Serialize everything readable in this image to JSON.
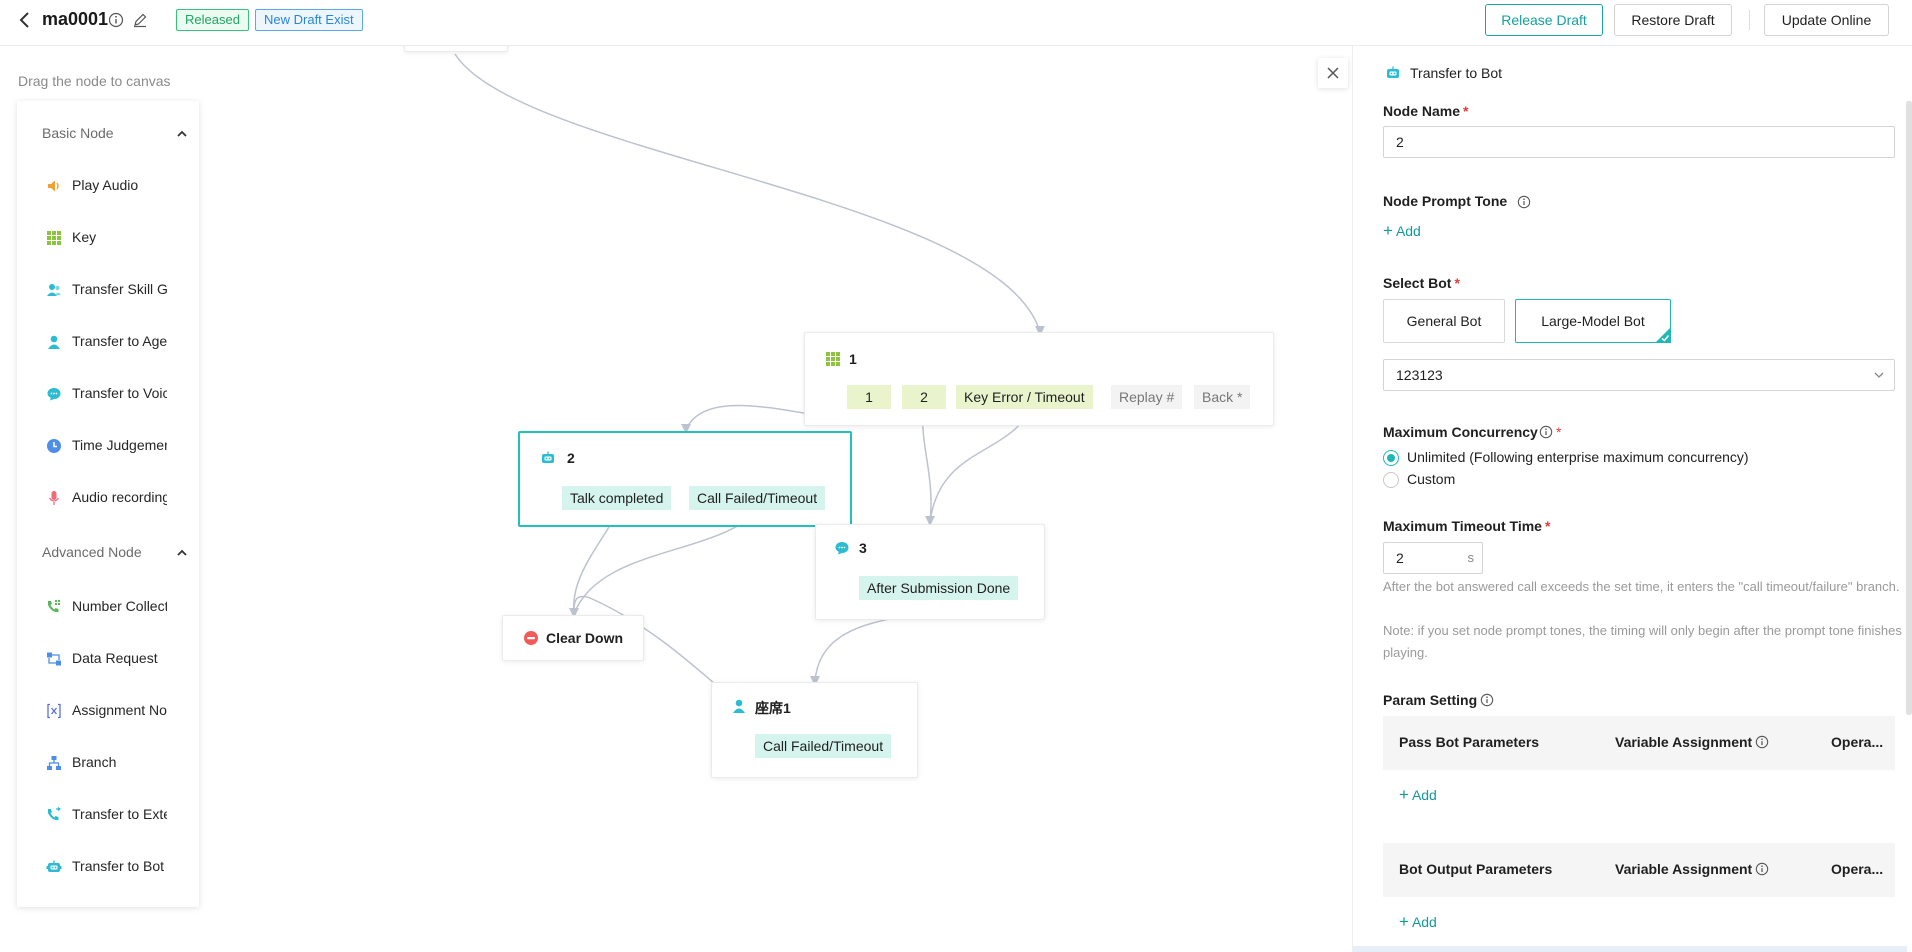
{
  "header": {
    "title": "ma0001",
    "badges": {
      "released": "Released",
      "new_draft": "New Draft Exist"
    },
    "buttons": {
      "release_draft": "Release Draft",
      "restore_draft": "Restore Draft",
      "update_online": "Update Online"
    }
  },
  "canvas": {
    "drag_hint": "Drag the node to canvas",
    "palette": {
      "basic_group": "Basic Node",
      "basic_items": [
        {
          "label": "Play Audio",
          "icon": "speaker-icon"
        },
        {
          "label": "Key",
          "icon": "keypad-icon"
        },
        {
          "label": "Transfer Skill Gro",
          "icon": "users-icon"
        },
        {
          "label": "Transfer to Agent",
          "icon": "user-icon"
        },
        {
          "label": "Transfer to Voice",
          "icon": "chat-bubble-icon"
        },
        {
          "label": "Time Judgement",
          "icon": "clock-icon"
        },
        {
          "label": "Audio recording",
          "icon": "microphone-icon"
        }
      ],
      "advanced_group": "Advanced Node",
      "advanced_items": [
        {
          "label": "Number Collectior",
          "icon": "phone-keypad-icon"
        },
        {
          "label": "Data Request",
          "icon": "data-request-icon"
        },
        {
          "label": "Assignment Node",
          "icon": "variable-icon"
        },
        {
          "label": "Branch",
          "icon": "branch-icon"
        },
        {
          "label": "Transfer to Exterr",
          "icon": "phone-transfer-icon"
        },
        {
          "label": "Transfer to Bot",
          "icon": "bot-icon"
        }
      ]
    },
    "nodes": {
      "key_node": {
        "title": "1",
        "branches": [
          "1",
          "2",
          "Key Error / Timeout",
          "Replay #",
          "Back *"
        ]
      },
      "bot_node": {
        "title": "2",
        "branches": [
          "Talk completed",
          "Call Failed/Timeout"
        ]
      },
      "voice_node": {
        "title": "3",
        "branches": [
          "After Submission Done"
        ]
      },
      "clear_down": {
        "title": "Clear Down"
      },
      "agent_node": {
        "title": "座席1",
        "branches": [
          "Call Failed/Timeout"
        ]
      }
    }
  },
  "panel": {
    "title": "Transfer to Bot",
    "node_name": {
      "label": "Node Name",
      "value": "2"
    },
    "prompt_tone": {
      "label": "Node Prompt Tone",
      "add": "Add"
    },
    "select_bot": {
      "label": "Select Bot",
      "options": [
        "General Bot",
        "Large-Model Bot"
      ],
      "selected_option": "Large-Model Bot",
      "bot_value": "123123"
    },
    "max_concurrency": {
      "label": "Maximum Concurrency",
      "options": [
        "Unlimited (Following enterprise maximum concurrency)",
        "Custom"
      ],
      "selected_option": "Unlimited (Following enterprise maximum concurrency)"
    },
    "max_timeout": {
      "label": "Maximum Timeout Time",
      "value": "2",
      "unit": "s",
      "hint1": "After the bot answered call exceeds the set time, it enters the \"call timeout/failure\" branch.",
      "hint2": "Note: if you set node prompt tones, the timing will only begin after the prompt tone finishes playing."
    },
    "param_setting": {
      "label": "Param Setting",
      "pass_table": {
        "col1": "Pass Bot Parameters",
        "col2": "Variable Assignment",
        "col3": "Opera..."
      },
      "pass_add": "Add",
      "output_table": {
        "col1": "Bot Output Parameters",
        "col2": "Variable Assignment",
        "col3": "Opera..."
      },
      "output_add": "Add"
    }
  },
  "colors": {
    "accent": "#1aa7a7",
    "required": "#e03b3b",
    "selected_node": "#22c0c0"
  }
}
